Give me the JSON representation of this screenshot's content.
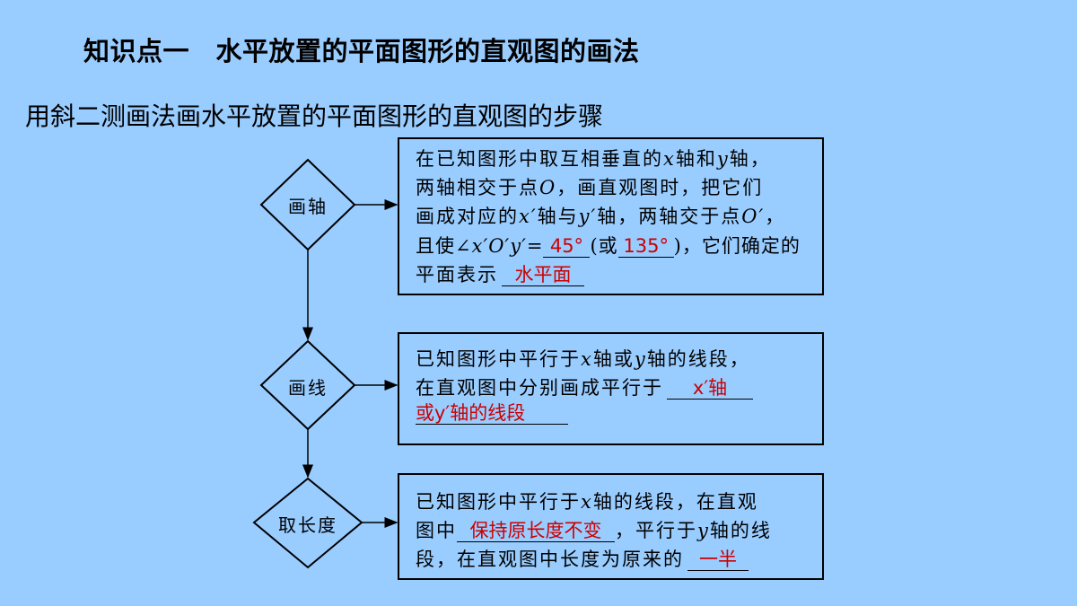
{
  "title": "知识点一　水平放置的平面图形的直观图的画法",
  "subtitle": "用斜二测画法画水平放置的平面图形的直观图的步骤",
  "steps": [
    {
      "label": "画轴",
      "lines": [
        {
          "pre": "在已知图形中取互相垂直的",
          "x": "x",
          "mid": "轴和",
          "y": "y",
          "post": "轴，"
        },
        {
          "pre": "两轴相交于点",
          "o": "O",
          "post": "，画直观图时，把它们"
        },
        {
          "pre": "画成对应的",
          "x": "x′",
          "mid": "轴与",
          "y": "y′",
          "post": "轴，两轴交于点",
          "o": "O′",
          "end": "，"
        },
        {
          "pre": "且使∠",
          "angle": "x′O′y′",
          "eq": "=",
          "a1": "45°",
          "or": "(或",
          "a2": "135°",
          "post": ")，它们确定的"
        },
        {
          "pre": "平面表示",
          "ans": "水平面"
        }
      ]
    },
    {
      "label": "画线",
      "lines": [
        {
          "pre": "已知图形中平行于",
          "x": "x",
          "mid": "轴或",
          "y": "y",
          "post": "轴的线段，"
        },
        {
          "pre": "在直观图中分别画成平行于",
          "ans": "x′轴"
        },
        {
          "ans": "或y′轴的线段"
        }
      ]
    },
    {
      "label": "取长度",
      "lines": [
        {
          "pre": "已知图形中平行于",
          "x": "x",
          "post": "轴的线段，在直观"
        },
        {
          "pre": "图中",
          "ans": "保持原长度不变",
          "post": "，平行于",
          "y": "y",
          "end": "轴的线"
        },
        {
          "pre": "段，在直观图中长度为原来的",
          "ans": "一半"
        }
      ]
    }
  ]
}
